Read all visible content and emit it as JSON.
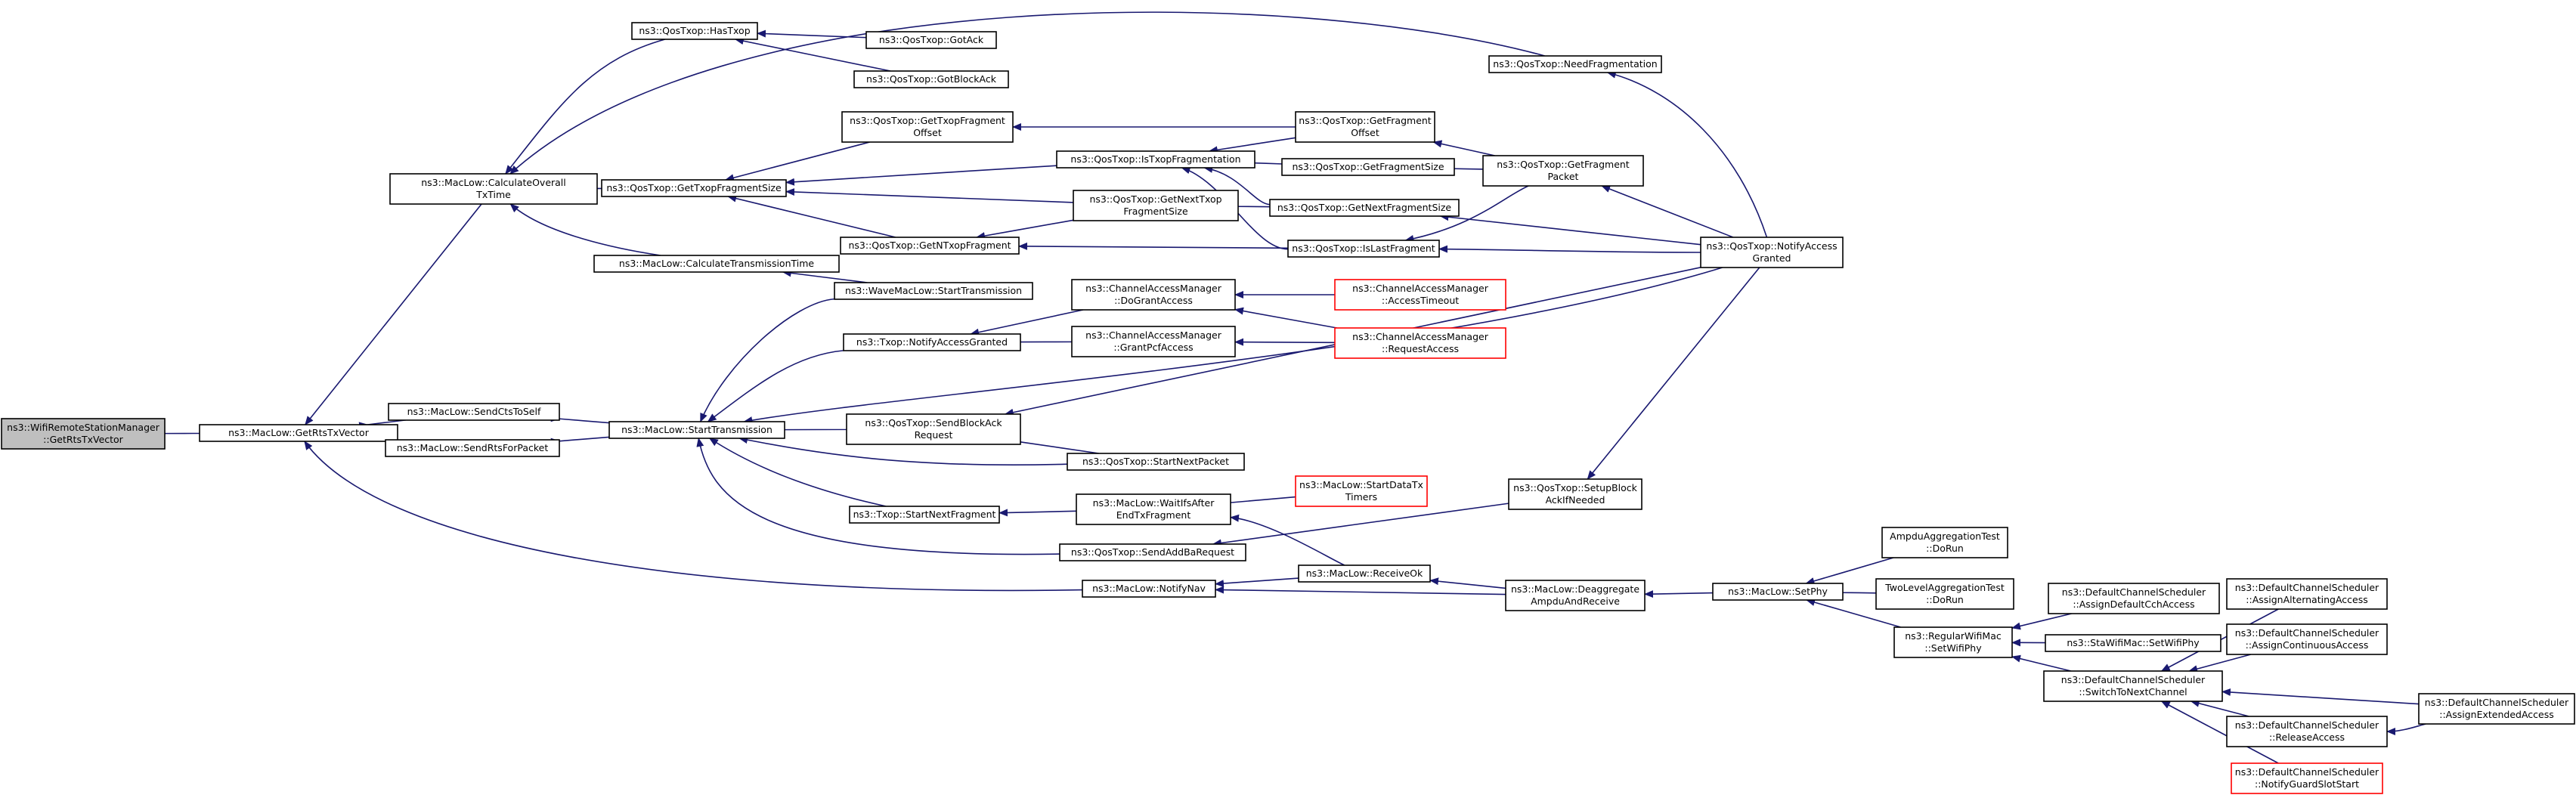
{
  "colors": {
    "edge": "#191970",
    "node_border": "#000000",
    "highlight_border": "#ff0000",
    "root_fill": "#bfbfbf",
    "node_fill": "#ffffff"
  },
  "nodes": [
    {
      "id": "root",
      "lines": [
        "ns3::WifiRemoteStationManager",
        "::GetRtsTxVector"
      ],
      "style": "root"
    },
    {
      "id": "getRtsTxVector",
      "lines": [
        "ns3::MacLow::GetRtsTxVector"
      ],
      "style": "normal"
    },
    {
      "id": "calcOverall",
      "lines": [
        "ns3::MacLow::CalculateOverall",
        "TxTime"
      ],
      "style": "normal"
    },
    {
      "id": "sendCts",
      "lines": [
        "ns3::MacLow::SendCtsToSelf"
      ],
      "style": "normal"
    },
    {
      "id": "sendRts",
      "lines": [
        "ns3::MacLow::SendRtsForPacket"
      ],
      "style": "normal"
    },
    {
      "id": "hasTxop",
      "lines": [
        "ns3::QosTxop::HasTxop"
      ],
      "style": "normal"
    },
    {
      "id": "getTxopFragSize",
      "lines": [
        "ns3::QosTxop::GetTxopFragmentSize"
      ],
      "style": "normal"
    },
    {
      "id": "calcTransTime",
      "lines": [
        "ns3::MacLow::CalculateTransmissionTime"
      ],
      "style": "normal"
    },
    {
      "id": "startTrans",
      "lines": [
        "ns3::MacLow::StartTransmission"
      ],
      "style": "normal"
    },
    {
      "id": "notifyNav",
      "lines": [
        "ns3::MacLow::NotifyNav"
      ],
      "style": "normal"
    },
    {
      "id": "gotAck",
      "lines": [
        "ns3::QosTxop::GotAck"
      ],
      "style": "normal"
    },
    {
      "id": "gotBlockAck",
      "lines": [
        "ns3::QosTxop::GotBlockAck"
      ],
      "style": "normal"
    },
    {
      "id": "getTxopFragOffset",
      "lines": [
        "ns3::QosTxop::GetTxopFragment",
        "Offset"
      ],
      "style": "normal"
    },
    {
      "id": "getNTxopFrag",
      "lines": [
        "ns3::QosTxop::GetNTxopFragment"
      ],
      "style": "normal"
    },
    {
      "id": "waveStart",
      "lines": [
        "ns3::WaveMacLow::StartTransmission"
      ],
      "style": "normal"
    },
    {
      "id": "txopNotify",
      "lines": [
        "ns3::Txop::NotifyAccessGranted"
      ],
      "style": "normal"
    },
    {
      "id": "sendBlockAck",
      "lines": [
        "ns3::QosTxop::SendBlockAck",
        "Request"
      ],
      "style": "normal"
    },
    {
      "id": "qosStartNext",
      "lines": [
        "ns3::QosTxop::StartNextPacket"
      ],
      "style": "normal"
    },
    {
      "id": "txopStartNext",
      "lines": [
        "ns3::Txop::StartNextFragment"
      ],
      "style": "normal"
    },
    {
      "id": "sendAddBa",
      "lines": [
        "ns3::QosTxop::SendAddBaRequest"
      ],
      "style": "normal"
    },
    {
      "id": "isTxopFrag",
      "lines": [
        "ns3::QosTxop::IsTxopFragmentation"
      ],
      "style": "normal"
    },
    {
      "id": "getNextTxopFragSize",
      "lines": [
        "ns3::QosTxop::GetNextTxop",
        "FragmentSize"
      ],
      "style": "normal"
    },
    {
      "id": "doGrant",
      "lines": [
        "ns3::ChannelAccessManager",
        "::DoGrantAccess"
      ],
      "style": "normal"
    },
    {
      "id": "grantPcf",
      "lines": [
        "ns3::ChannelAccessManager",
        "::GrantPcfAccess"
      ],
      "style": "normal"
    },
    {
      "id": "waitIfs",
      "lines": [
        "ns3::MacLow::WaitIfsAfter",
        "EndTxFragment"
      ],
      "style": "normal"
    },
    {
      "id": "needFrag",
      "lines": [
        "ns3::QosTxop::NeedFragmentation"
      ],
      "style": "normal"
    },
    {
      "id": "getFragOffset",
      "lines": [
        "ns3::QosTxop::GetFragment",
        "Offset"
      ],
      "style": "normal"
    },
    {
      "id": "getFragSize",
      "lines": [
        "ns3::QosTxop::GetFragmentSize"
      ],
      "style": "normal"
    },
    {
      "id": "getNextFragSize",
      "lines": [
        "ns3::QosTxop::GetNextFragmentSize"
      ],
      "style": "normal"
    },
    {
      "id": "isLastFrag",
      "lines": [
        "ns3::QosTxop::IsLastFragment"
      ],
      "style": "normal"
    },
    {
      "id": "accessTimeout",
      "lines": [
        "ns3::ChannelAccessManager",
        "::AccessTimeout"
      ],
      "style": "red"
    },
    {
      "id": "requestAccess",
      "lines": [
        "ns3::ChannelAccessManager",
        "::RequestAccess"
      ],
      "style": "red"
    },
    {
      "id": "startDataTx",
      "lines": [
        "ns3::MacLow::StartDataTx",
        "Timers"
      ],
      "style": "red"
    },
    {
      "id": "receiveOk",
      "lines": [
        "ns3::MacLow::ReceiveOk"
      ],
      "style": "normal"
    },
    {
      "id": "getFragPacket",
      "lines": [
        "ns3::QosTxop::GetFragment",
        "Packet"
      ],
      "style": "normal"
    },
    {
      "id": "setupBlockAck",
      "lines": [
        "ns3::QosTxop::SetupBlock",
        "AckIfNeeded"
      ],
      "style": "normal"
    },
    {
      "id": "deaggregate",
      "lines": [
        "ns3::MacLow::Deaggregate",
        "AmpduAndReceive"
      ],
      "style": "normal"
    },
    {
      "id": "notifyAccessGranted",
      "lines": [
        "ns3::QosTxop::NotifyAccess",
        "Granted"
      ],
      "style": "normal"
    },
    {
      "id": "setPhy",
      "lines": [
        "ns3::MacLow::SetPhy"
      ],
      "style": "normal"
    },
    {
      "id": "ampduTest",
      "lines": [
        "AmpduAggregationTest",
        "::DoRun"
      ],
      "style": "normal"
    },
    {
      "id": "twoLevelTest",
      "lines": [
        "TwoLevelAggregationTest",
        "::DoRun"
      ],
      "style": "normal"
    },
    {
      "id": "regularSetPhy",
      "lines": [
        "ns3::RegularWifiMac",
        "::SetWifiPhy"
      ],
      "style": "normal"
    },
    {
      "id": "assignDefaultCch",
      "lines": [
        "ns3::DefaultChannelScheduler",
        "::AssignDefaultCchAccess"
      ],
      "style": "normal"
    },
    {
      "id": "staSetPhy",
      "lines": [
        "ns3::StaWifiMac::SetWifiPhy"
      ],
      "style": "normal"
    },
    {
      "id": "switchToNext",
      "lines": [
        "ns3::DefaultChannelScheduler",
        "::SwitchToNextChannel"
      ],
      "style": "normal"
    },
    {
      "id": "assignAlternating",
      "lines": [
        "ns3::DefaultChannelScheduler",
        "::AssignAlternatingAccess"
      ],
      "style": "normal"
    },
    {
      "id": "assignContinuous",
      "lines": [
        "ns3::DefaultChannelScheduler",
        "::AssignContinuousAccess"
      ],
      "style": "normal"
    },
    {
      "id": "releaseAccess",
      "lines": [
        "ns3::DefaultChannelScheduler",
        "::ReleaseAccess"
      ],
      "style": "normal"
    },
    {
      "id": "notifyGuard",
      "lines": [
        "ns3::DefaultChannelScheduler",
        "::NotifyGuardSlotStart"
      ],
      "style": "red"
    },
    {
      "id": "assignExtended",
      "lines": [
        "ns3::DefaultChannelScheduler",
        "::AssignExtendedAccess"
      ],
      "style": "normal"
    }
  ],
  "edges": [
    {
      "from": "getRtsTxVector",
      "to": "root"
    },
    {
      "from": "calcOverall",
      "to": "getRtsTxVector"
    },
    {
      "from": "sendCts",
      "to": "getRtsTxVector"
    },
    {
      "from": "sendRts",
      "to": "getRtsTxVector"
    },
    {
      "from": "notifyNav",
      "to": "getRtsTxVector"
    },
    {
      "from": "needFrag",
      "to": "calcOverall"
    },
    {
      "from": "hasTxop",
      "to": "calcOverall"
    },
    {
      "from": "getTxopFragSize",
      "to": "calcOverall"
    },
    {
      "from": "calcTransTime",
      "to": "calcOverall"
    },
    {
      "from": "gotAck",
      "to": "hasTxop"
    },
    {
      "from": "gotBlockAck",
      "to": "hasTxop"
    },
    {
      "from": "getTxopFragOffset",
      "to": "getTxopFragSize"
    },
    {
      "from": "isTxopFrag",
      "to": "getTxopFragSize"
    },
    {
      "from": "getNextTxopFragSize",
      "to": "getTxopFragSize"
    },
    {
      "from": "getNTxopFrag",
      "to": "getTxopFragSize"
    },
    {
      "from": "waveStart",
      "to": "calcTransTime"
    },
    {
      "from": "startTrans",
      "to": "sendCts"
    },
    {
      "from": "startTrans",
      "to": "sendRts"
    },
    {
      "from": "waveStart",
      "to": "startTrans"
    },
    {
      "from": "txopNotify",
      "to": "startTrans"
    },
    {
      "from": "notifyAccessGranted",
      "to": "startTrans"
    },
    {
      "from": "sendBlockAck",
      "to": "startTrans"
    },
    {
      "from": "qosStartNext",
      "to": "startTrans"
    },
    {
      "from": "txopStartNext",
      "to": "startTrans"
    },
    {
      "from": "sendAddBa",
      "to": "startTrans"
    },
    {
      "from": "receiveOk",
      "to": "notifyNav"
    },
    {
      "from": "deaggregate",
      "to": "notifyNav"
    },
    {
      "from": "getFragOffset",
      "to": "getTxopFragOffset"
    },
    {
      "from": "getNextTxopFragSize",
      "to": "getNTxopFrag"
    },
    {
      "from": "isLastFrag",
      "to": "getNTxopFrag"
    },
    {
      "from": "doGrant",
      "to": "txopNotify"
    },
    {
      "from": "grantPcf",
      "to": "txopNotify"
    },
    {
      "from": "notifyAccessGranted",
      "to": "sendBlockAck"
    },
    {
      "from": "qosStartNext",
      "to": "sendBlockAck"
    },
    {
      "from": "waitIfs",
      "to": "txopStartNext"
    },
    {
      "from": "setupBlockAck",
      "to": "sendAddBa"
    },
    {
      "from": "getFragOffset",
      "to": "isTxopFrag"
    },
    {
      "from": "getFragSize",
      "to": "isTxopFrag"
    },
    {
      "from": "getNextFragSize",
      "to": "isTxopFrag"
    },
    {
      "from": "isLastFrag",
      "to": "isTxopFrag"
    },
    {
      "from": "getNextFragSize",
      "to": "getNextTxopFragSize"
    },
    {
      "from": "accessTimeout",
      "to": "doGrant"
    },
    {
      "from": "requestAccess",
      "to": "doGrant"
    },
    {
      "from": "requestAccess",
      "to": "grantPcf"
    },
    {
      "from": "startDataTx",
      "to": "waitIfs"
    },
    {
      "from": "receiveOk",
      "to": "waitIfs"
    },
    {
      "from": "notifyAccessGranted",
      "to": "needFrag"
    },
    {
      "from": "getFragPacket",
      "to": "getFragOffset"
    },
    {
      "from": "getFragPacket",
      "to": "getFragSize"
    },
    {
      "from": "notifyAccessGranted",
      "to": "getNextFragSize"
    },
    {
      "from": "getFragPacket",
      "to": "isLastFrag"
    },
    {
      "from": "notifyAccessGranted",
      "to": "isLastFrag"
    },
    {
      "from": "deaggregate",
      "to": "receiveOk"
    },
    {
      "from": "notifyAccessGranted",
      "to": "getFragPacket"
    },
    {
      "from": "notifyAccessGranted",
      "to": "setupBlockAck"
    },
    {
      "from": "setPhy",
      "to": "deaggregate"
    },
    {
      "from": "ampduTest",
      "to": "setPhy"
    },
    {
      "from": "twoLevelTest",
      "to": "setPhy"
    },
    {
      "from": "regularSetPhy",
      "to": "setPhy"
    },
    {
      "from": "assignDefaultCch",
      "to": "regularSetPhy"
    },
    {
      "from": "staSetPhy",
      "to": "regularSetPhy"
    },
    {
      "from": "switchToNext",
      "to": "regularSetPhy"
    },
    {
      "from": "assignAlternating",
      "to": "switchToNext"
    },
    {
      "from": "assignContinuous",
      "to": "switchToNext"
    },
    {
      "from": "assignExtended",
      "to": "switchToNext"
    },
    {
      "from": "releaseAccess",
      "to": "switchToNext"
    },
    {
      "from": "notifyGuard",
      "to": "switchToNext"
    },
    {
      "from": "assignExtended",
      "to": "releaseAccess"
    }
  ]
}
